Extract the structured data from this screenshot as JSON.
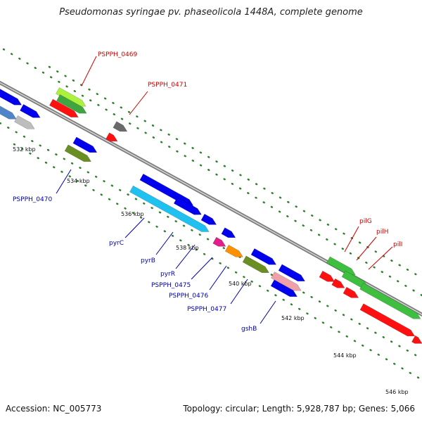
{
  "title": "Pseudomonas syringae pv. phaseolicola 1448A, complete genome",
  "footer": {
    "accession": "Accession: NC_005773",
    "topology": "Topology: circular; Length: 5,928,787 bp; Genes: 5,066"
  },
  "colors": {
    "backbone": "#8a8a8a",
    "tick_dots": "#2f7f2f",
    "reverse_label": "#0000b0",
    "forward_label": "#cc0000"
  },
  "ruler": [
    "532 kbp",
    "534 kbp",
    "536 kbp",
    "538 kbp",
    "540 kbp",
    "542 kbp",
    "544 kbp",
    "546 kbp"
  ],
  "gene_labels": {
    "red": [
      "PSPPH_0469",
      "PSPPH_0471",
      "pilG",
      "pilH",
      "pilI"
    ],
    "blue": [
      "PSPPH_0470",
      "pyrC",
      "pyrB",
      "pyrR",
      "PSPPH_0475",
      "PSPPH_0476",
      "PSPPH_0477",
      "gshB"
    ]
  }
}
